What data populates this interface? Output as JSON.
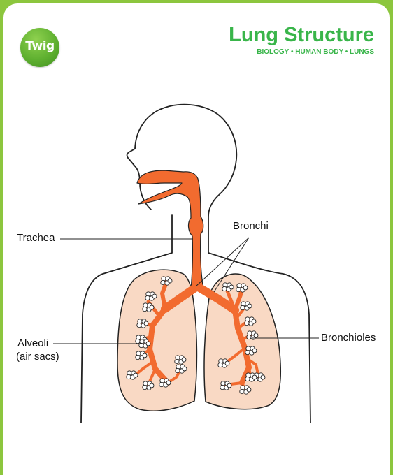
{
  "logo": {
    "text": "Twig"
  },
  "header": {
    "title": "Lung Structure",
    "subtitle": "BIOLOGY • HUMAN BODY • LUNGS"
  },
  "labels": {
    "trachea": "Trachea",
    "bronchi": "Bronchi",
    "bronchioles": "Bronchioles",
    "alveoli_line1": "Alveoli",
    "alveoli_line2": "(air sacs)"
  },
  "colors": {
    "background_border": "#8cc63e",
    "title_green": "#39b54a",
    "airway_orange": "#f26b2f",
    "lung_fill": "#f9d9c4"
  }
}
